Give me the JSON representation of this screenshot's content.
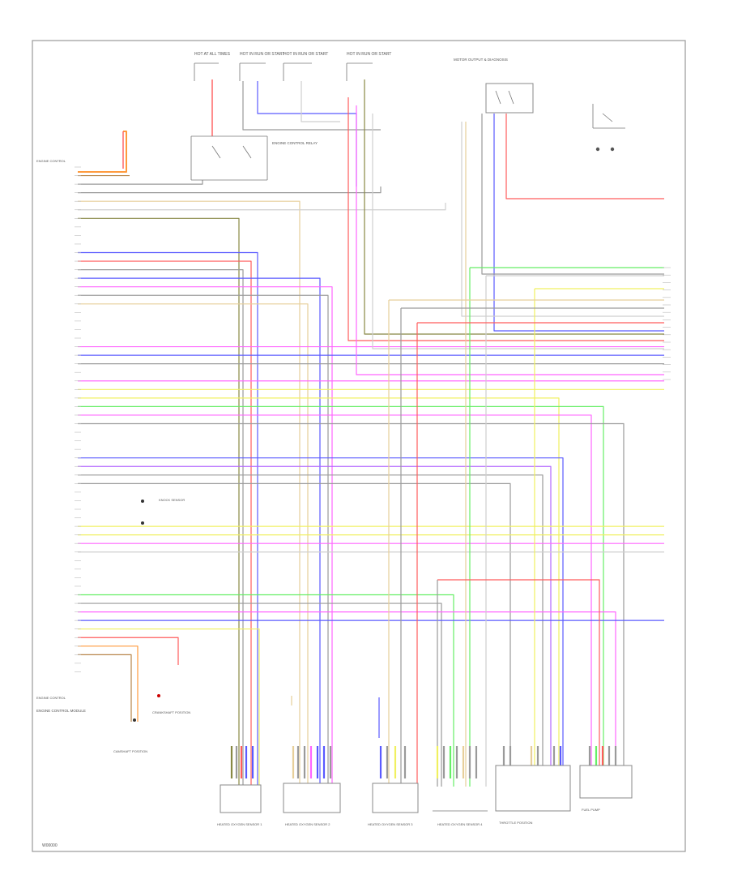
{
  "diagram": {
    "title": "",
    "footer_code": "W00000",
    "left_block_label": "ENGINE CONTROL",
    "left_block_label_bottom": "ENGINE CONTROL",
    "engine_module_label": "ENGINE CONTROL MODULE",
    "top_boxes": [
      "HOT AT ALL TIMES",
      "HOT IN RUN OR START",
      "HOT IN RUN OR START",
      "HOT IN RUN OR START"
    ],
    "relay_label": "ENGINE CONTROL RELAY",
    "right_top_label": "MOTOR OUTPUT & DIAGNOSIS",
    "bottom_components": [
      "HEATED OXYGEN SENSOR 1",
      "HEATED OXYGEN SENSOR 2",
      "HEATED OXYGEN SENSOR 3",
      "HEATED OXYGEN SENSOR 4",
      "THROTTLE POSITION",
      "FUEL PUMP"
    ],
    "side_components": [
      "CAMSHAFT POSITION",
      "CRANKSHAFT POSITION",
      "KNOCK SENSOR"
    ],
    "pin_count": 60,
    "right_pin_count": 16
  }
}
